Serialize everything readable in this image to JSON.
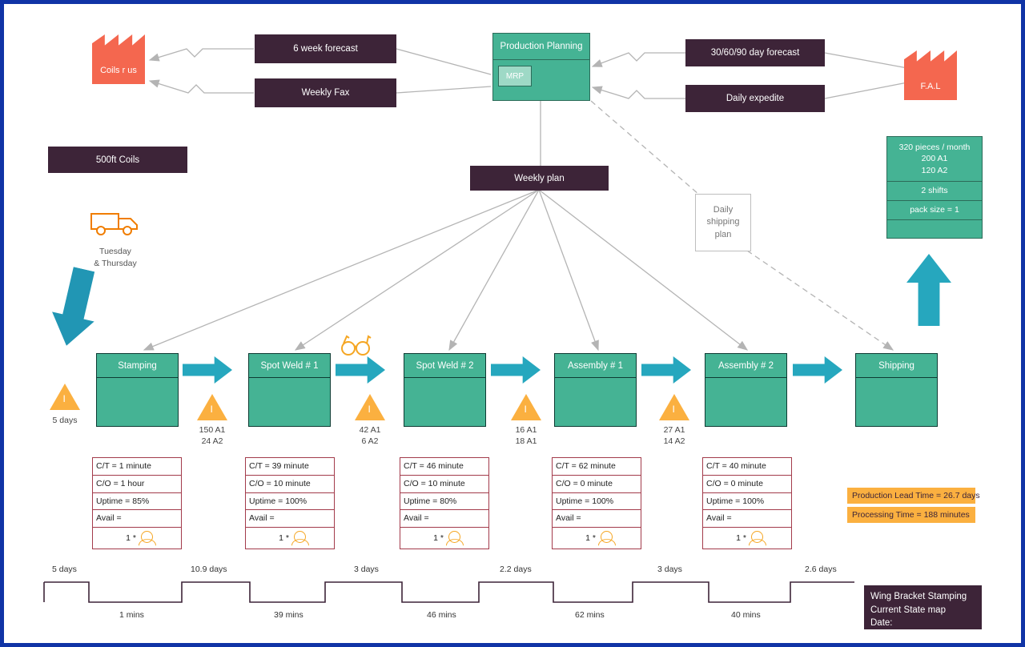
{
  "title_block": {
    "lines": [
      "Wing Bracket Stamping",
      "Current State map",
      "Date:"
    ]
  },
  "supplier": {
    "name": "Coils r us",
    "icon": "factory-icon"
  },
  "customer": {
    "name": "F.A.L",
    "icon": "factory-icon"
  },
  "control": {
    "production_planning": "Production Planning",
    "mrp": "MRP",
    "supplier_comms": [
      "6 week forecast",
      "Weekly Fax"
    ],
    "customer_comms": [
      "30/60/90 day forecast",
      "Daily expedite"
    ],
    "weekly_plan": "Weekly plan",
    "daily_shipping_plan": "Daily\nshipping\nplan"
  },
  "material_note": "500ft Coils",
  "inbound_truck": {
    "icon": "truck-icon",
    "schedule_line1": "Tuesday",
    "schedule_line2": "& Thursday"
  },
  "customer_requirements": {
    "volume": "320 pieces / month\n200 A1\n120 A2",
    "shifts": "2 shifts",
    "pack_size": "pack size = 1"
  },
  "processes": [
    {
      "name": "Stamping",
      "ct": "C/T = 1 minute",
      "co": "C/O =  1 hour",
      "uptime": "Uptime =  85%",
      "avail": "Avail =",
      "operators": "1 *"
    },
    {
      "name": "Spot Weld # 1",
      "ct": "C/T = 39 minute",
      "co": "C/O = 10 minute",
      "uptime": "Uptime = 100%",
      "avail": "Avail =",
      "operators": "1 *"
    },
    {
      "name": "Spot Weld # 2",
      "ct": "C/T = 46 minute",
      "co": "C/O = 10 minute",
      "uptime": "Uptime = 80%",
      "avail": "Avail =",
      "operators": "1 *"
    },
    {
      "name": "Assembly # 1",
      "ct": "C/T = 62 minute",
      "co": "C/O = 0 minute",
      "uptime": "Uptime = 100%",
      "avail": "Avail =",
      "operators": "1 *"
    },
    {
      "name": "Assembly # 2",
      "ct": "C/T = 40 minute",
      "co": "C/O = 0 minute",
      "uptime": "Uptime = 100%",
      "avail": "Avail =",
      "operators": "1 *"
    },
    {
      "name": "Shipping"
    }
  ],
  "inventories": [
    {
      "label": "5 days",
      "icon": "inventory-triangle-icon"
    },
    {
      "label": "150 A1\n24 A2",
      "icon": "inventory-triangle-icon"
    },
    {
      "label": "42 A1\n6 A2",
      "icon": "inventory-triangle-icon"
    },
    {
      "label": "16 A1\n18 A1",
      "icon": "inventory-triangle-icon"
    },
    {
      "label": "27 A1\n14 A2",
      "icon": "inventory-triangle-icon"
    }
  ],
  "go_see_icon": "glasses-icon",
  "summary": {
    "lead_time": "Production Lead Time = 26.7 days",
    "processing_time": "Processing Time = 188 minutes"
  },
  "chart_data": {
    "type": "timeline",
    "title": "Value stream timeline ladder",
    "wait_times": [
      "5 days",
      "10.9 days",
      "3 days",
      "2.2 days",
      "3 days",
      "2.6 days"
    ],
    "process_times": [
      "1 mins",
      "39 mins",
      "46 mins",
      "62 mins",
      "40 mins"
    ],
    "totals": {
      "lead_time_days": 26.7,
      "processing_time_minutes": 188
    }
  },
  "colors": {
    "frame": "#1034A6",
    "process_green": "#45B394",
    "arrow_teal": "#26A7BE",
    "purple": "#3D2438",
    "factory_orange": "#F4674F",
    "inventory_amber": "#FBB040",
    "data_border": "#A33B4B"
  }
}
